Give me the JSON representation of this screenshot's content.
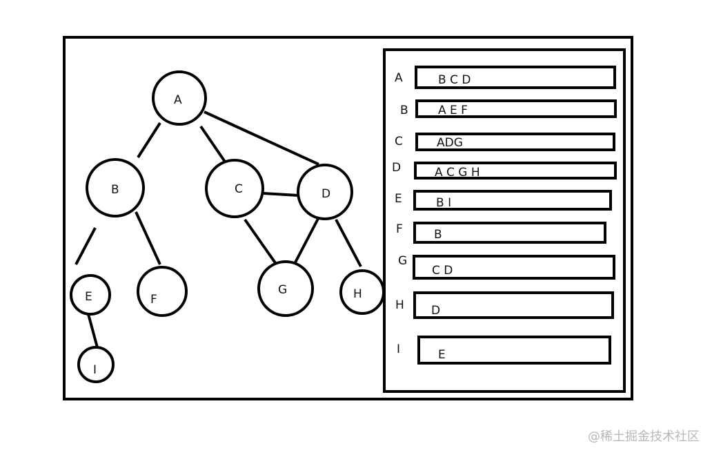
{
  "graph": {
    "nodes": [
      "A",
      "B",
      "C",
      "D",
      "E",
      "F",
      "G",
      "H",
      "I"
    ],
    "edges": [
      [
        "A",
        "B"
      ],
      [
        "A",
        "C"
      ],
      [
        "A",
        "D"
      ],
      [
        "B",
        "E"
      ],
      [
        "B",
        "F"
      ],
      [
        "C",
        "D"
      ],
      [
        "C",
        "G"
      ],
      [
        "D",
        "G"
      ],
      [
        "D",
        "H"
      ],
      [
        "E",
        "I"
      ]
    ]
  },
  "adjacency_list": [
    {
      "vertex": "A",
      "neighbors": "B C D"
    },
    {
      "vertex": "B",
      "neighbors": "A E F"
    },
    {
      "vertex": "C",
      "neighbors": "ADG"
    },
    {
      "vertex": "D",
      "neighbors": "A C G H"
    },
    {
      "vertex": "E",
      "neighbors": "B I"
    },
    {
      "vertex": "F",
      "neighbors": "B"
    },
    {
      "vertex": "G",
      "neighbors": "C D"
    },
    {
      "vertex": "H",
      "neighbors": "D"
    },
    {
      "vertex": "I",
      "neighbors": "E"
    }
  ],
  "watermark": "@稀土掘金技术社区"
}
